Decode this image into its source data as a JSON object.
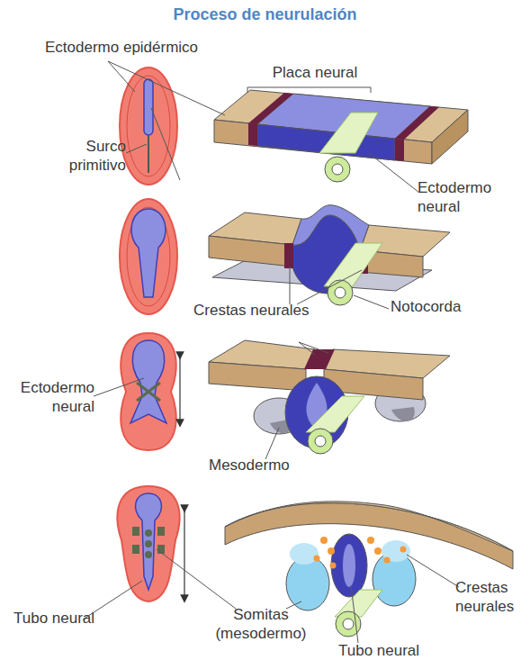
{
  "diagram": {
    "title": "Proceso de neurulación",
    "labels": [
      "Ectodermo epidérmico",
      "Placa neural",
      "Surco primitivo",
      "Ectodermo neural",
      "Crestas neurales",
      "Notocorda",
      "Ectodermo neural",
      "Mesodermo",
      "Tubo neural",
      "Somitas (mesodermo)",
      "Crestas neurales",
      "Tubo neural"
    ]
  }
}
